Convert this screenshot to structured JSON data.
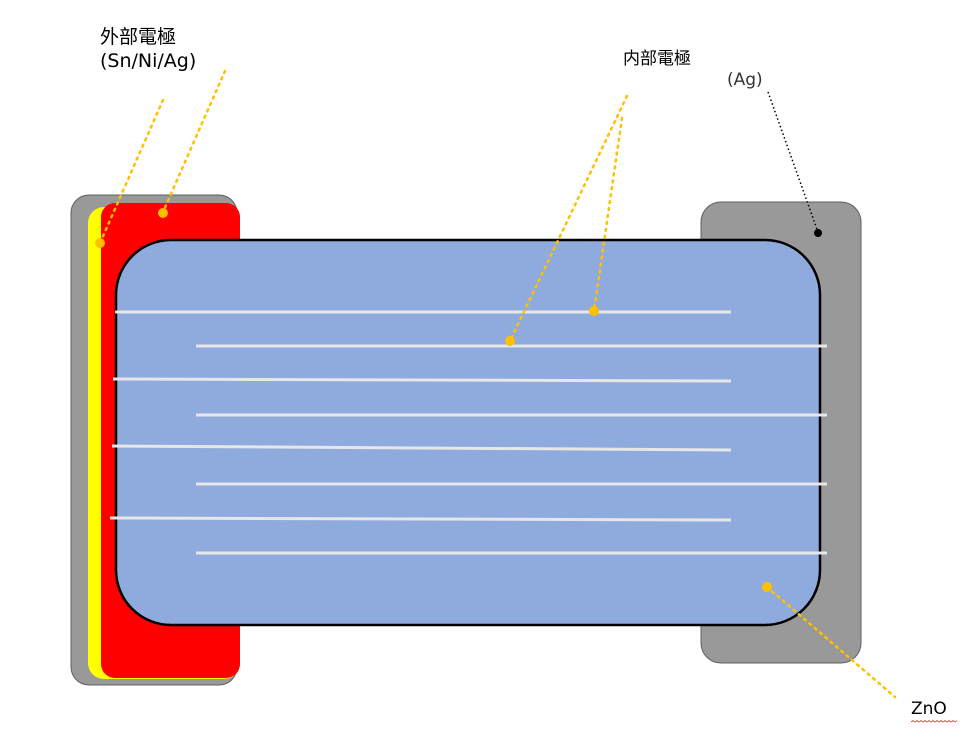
{
  "labels": {
    "external_electrode": {
      "title": "外部電極",
      "materials": "(Sn/Ni/Ag)"
    },
    "internal_electrode": {
      "title": "内部電極",
      "material": "(Ag)"
    },
    "body": {
      "material": "ZnO"
    }
  },
  "colors": {
    "terminal_gray": "#999999",
    "terminal_stroke": "#5f5f5f",
    "sn_layer": "#ffff00",
    "ni_layer": "#ff0000",
    "ceramic_body": "#8faadc",
    "body_stroke": "#000000",
    "internal_electrode": "#e6e6e6",
    "leader_orange": "#ffc000",
    "leader_black": "#000000"
  }
}
